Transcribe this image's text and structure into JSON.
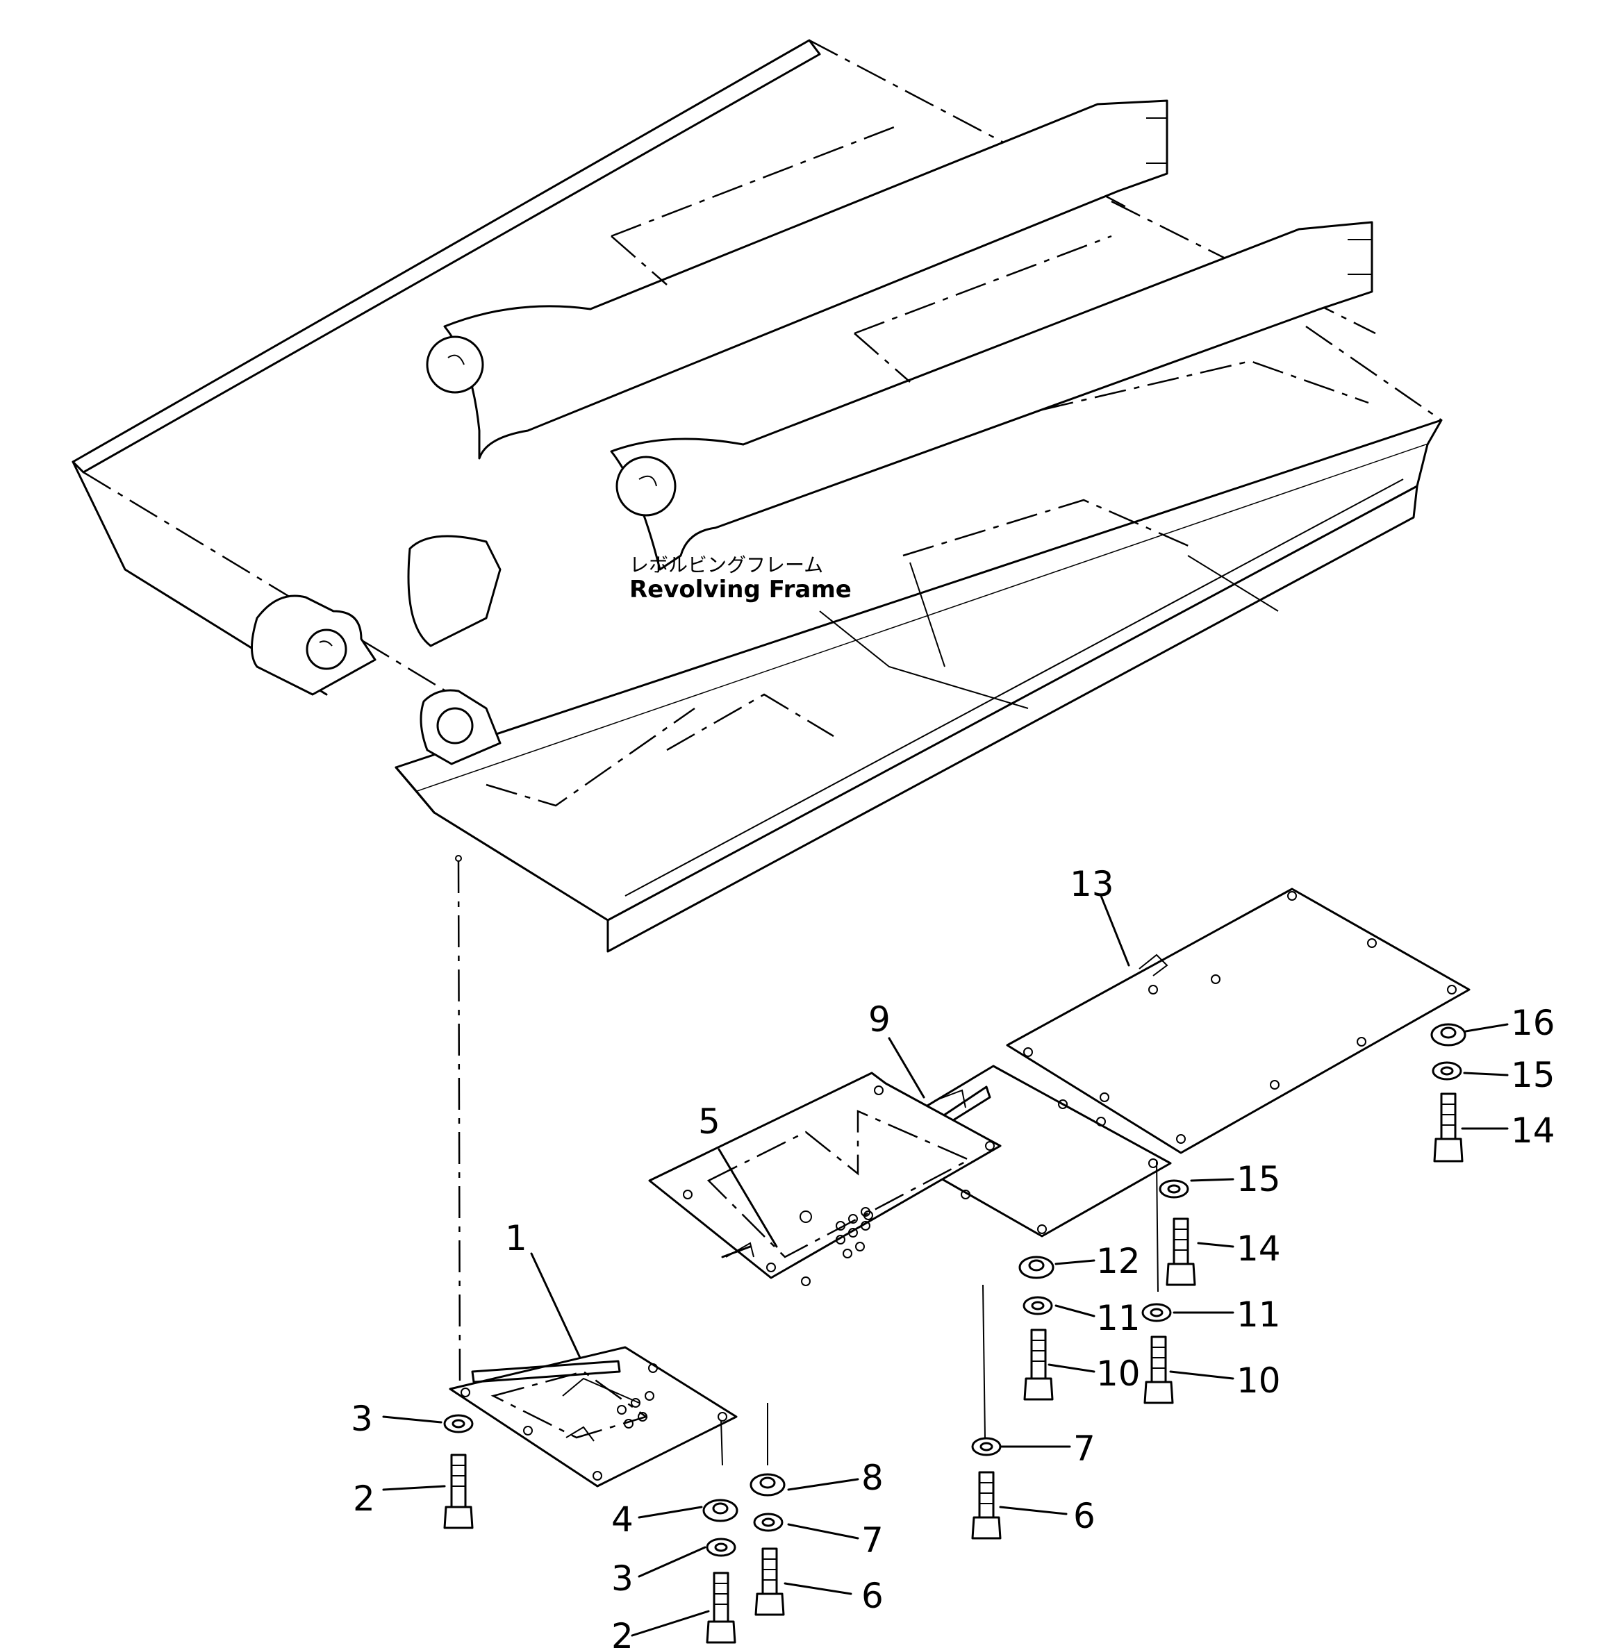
{
  "diagram": {
    "frame_label_jp": "レボルビングフレーム",
    "frame_label_en": "Revolving  Frame",
    "callouts": [
      {
        "id": "c1",
        "label": "1"
      },
      {
        "id": "c2a",
        "label": "2"
      },
      {
        "id": "c2b",
        "label": "2"
      },
      {
        "id": "c3a",
        "label": "3"
      },
      {
        "id": "c3b",
        "label": "3"
      },
      {
        "id": "c4",
        "label": "4"
      },
      {
        "id": "c5",
        "label": "5"
      },
      {
        "id": "c6a",
        "label": "6"
      },
      {
        "id": "c6b",
        "label": "6"
      },
      {
        "id": "c7a",
        "label": "7"
      },
      {
        "id": "c7b",
        "label": "7"
      },
      {
        "id": "c8",
        "label": "8"
      },
      {
        "id": "c9",
        "label": "9"
      },
      {
        "id": "c10a",
        "label": "10"
      },
      {
        "id": "c10b",
        "label": "10"
      },
      {
        "id": "c11a",
        "label": "11"
      },
      {
        "id": "c11b",
        "label": "11"
      },
      {
        "id": "c12",
        "label": "12"
      },
      {
        "id": "c13",
        "label": "13"
      },
      {
        "id": "c14a",
        "label": "14"
      },
      {
        "id": "c14b",
        "label": "14"
      },
      {
        "id": "c15a",
        "label": "15"
      },
      {
        "id": "c15b",
        "label": "15"
      },
      {
        "id": "c16",
        "label": "16"
      }
    ]
  }
}
